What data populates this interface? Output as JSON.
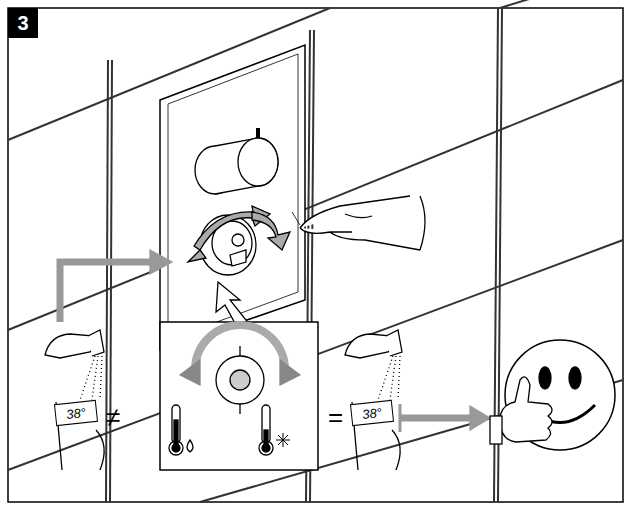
{
  "diagram": {
    "nodes": [
      {
        "text": [
          "3"
        ]
      },
      {
        "text": [
          "38°"
        ]
      },
      {
        "text": [
          "38°"
        ]
      }
    ],
    "labels": [
      "≠",
      "="
    ]
  }
}
